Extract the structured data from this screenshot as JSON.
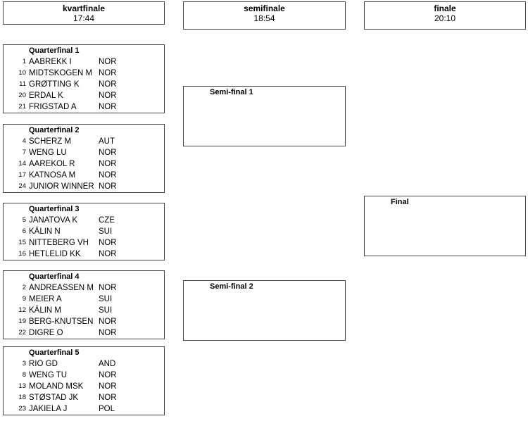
{
  "headers": {
    "kvartfinale": {
      "label": "kvartfinale",
      "time": "17:44"
    },
    "semifinale": {
      "label": "semifinale",
      "time": "18:54"
    },
    "finale": {
      "label": "finale",
      "time": "20:10"
    }
  },
  "quarterfinals": [
    {
      "title": "Quarterfinal 1",
      "athletes": [
        {
          "bib": "1",
          "name": "AABREKK I",
          "nat": "NOR"
        },
        {
          "bib": "10",
          "name": "MIDTSKOGEN M",
          "nat": "NOR"
        },
        {
          "bib": "11",
          "name": "GRØTTING K",
          "nat": "NOR"
        },
        {
          "bib": "20",
          "name": "ERDAL K",
          "nat": "NOR"
        },
        {
          "bib": "21",
          "name": "FRIGSTAD A",
          "nat": "NOR"
        }
      ]
    },
    {
      "title": "Quarterfinal 2",
      "athletes": [
        {
          "bib": "4",
          "name": "SCHERZ M",
          "nat": "AUT"
        },
        {
          "bib": "7",
          "name": "WENG LU",
          "nat": "NOR"
        },
        {
          "bib": "14",
          "name": "AAREKOL R",
          "nat": "NOR"
        },
        {
          "bib": "17",
          "name": "KATNOSA M",
          "nat": "NOR"
        },
        {
          "bib": "24",
          "name": "JUNIOR WINNER",
          "nat": "NOR"
        }
      ]
    },
    {
      "title": "Quarterfinal 3",
      "athletes": [
        {
          "bib": "5",
          "name": "JANATOVA K",
          "nat": "CZE"
        },
        {
          "bib": "6",
          "name": "KÄLIN N",
          "nat": "SUI"
        },
        {
          "bib": "15",
          "name": "NITTEBERG VH",
          "nat": "NOR"
        },
        {
          "bib": "16",
          "name": "HETLELID KK",
          "nat": "NOR"
        }
      ]
    },
    {
      "title": "Quarterfinal 4",
      "athletes": [
        {
          "bib": "2",
          "name": "ANDREASSEN M",
          "nat": "NOR"
        },
        {
          "bib": "9",
          "name": "MEIER A",
          "nat": "SUI"
        },
        {
          "bib": "12",
          "name": "KÄLIN M",
          "nat": "SUI"
        },
        {
          "bib": "19",
          "name": "BERG-KNUTSEN",
          "nat": "NOR"
        },
        {
          "bib": "22",
          "name": "DIGRE O",
          "nat": "NOR"
        }
      ]
    },
    {
      "title": "Quarterfinal 5",
      "athletes": [
        {
          "bib": "3",
          "name": "RIO GD",
          "nat": "AND"
        },
        {
          "bib": "8",
          "name": "WENG TU",
          "nat": "NOR"
        },
        {
          "bib": "13",
          "name": "MOLAND MSK",
          "nat": "NOR"
        },
        {
          "bib": "18",
          "name": "STØSTAD JK",
          "nat": "NOR"
        },
        {
          "bib": "23",
          "name": "JAKIELA J",
          "nat": "POL"
        }
      ]
    }
  ],
  "semifinals": [
    {
      "title": "Semi-final 1"
    },
    {
      "title": "Semi-final 2"
    }
  ],
  "final": {
    "title": "Final"
  }
}
